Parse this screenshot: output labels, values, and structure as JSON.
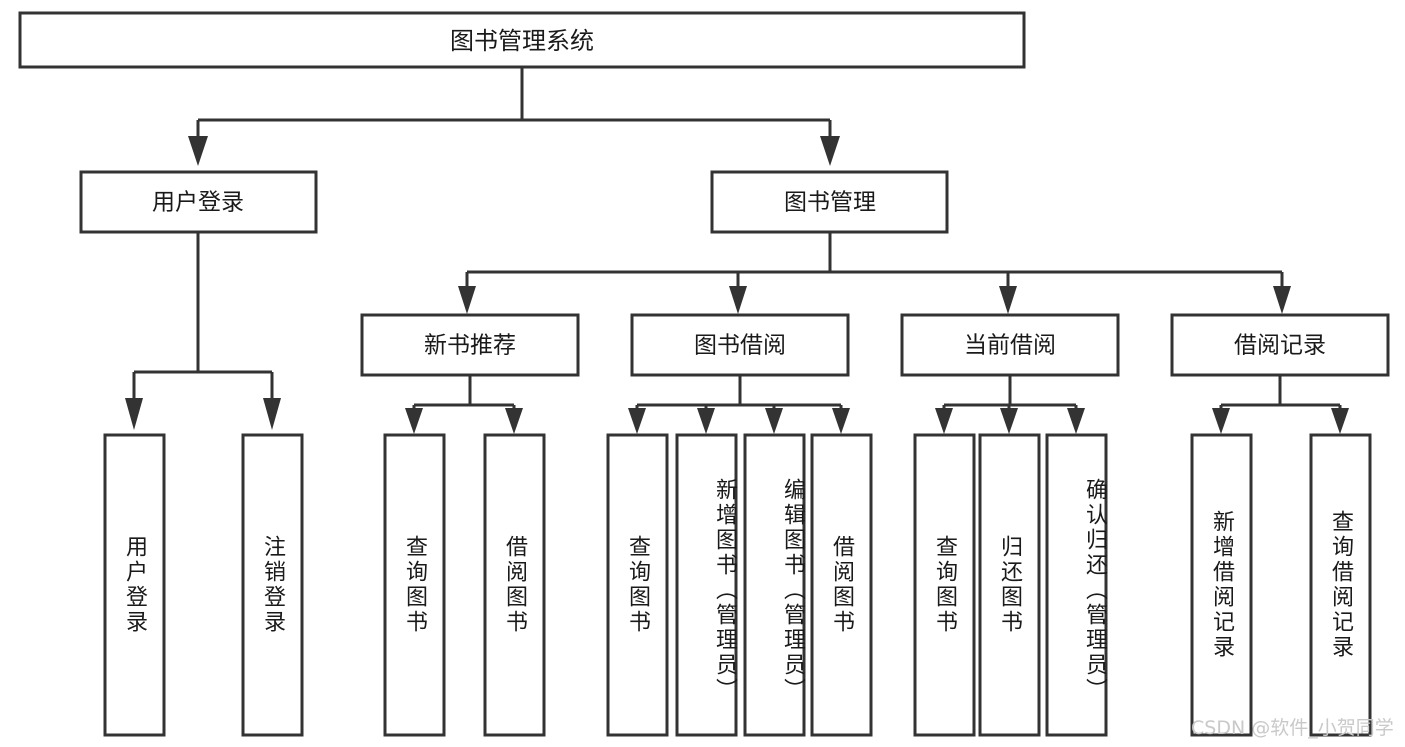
{
  "diagram": {
    "title": "图书管理系统",
    "type": "tree-hierarchy",
    "watermark": "CSDN @软件_小贺同学",
    "colors": {
      "box_stroke": "#333333",
      "box_fill": "#ffffff",
      "connector": "#333333",
      "label_text": "#1a1a1a",
      "watermark_text": "#c9c9c9",
      "background": "#ffffff"
    },
    "levels": {
      "root": {
        "label": "图书管理系统"
      },
      "level2": [
        {
          "id": "user-login",
          "label": "用户登录"
        },
        {
          "id": "book-management",
          "label": "图书管理"
        }
      ],
      "level3": [
        {
          "id": "new-book-recommend",
          "label": "新书推荐",
          "parent": "book-management"
        },
        {
          "id": "book-borrow",
          "label": "图书借阅",
          "parent": "book-management"
        },
        {
          "id": "current-borrow",
          "label": "当前借阅",
          "parent": "book-management"
        },
        {
          "id": "borrow-record",
          "label": "借阅记录",
          "parent": "book-management"
        }
      ],
      "leaves": [
        {
          "id": "leaf-user-login",
          "label": "用户登录",
          "parent": "user-login"
        },
        {
          "id": "leaf-logout-login",
          "label": "注销登录",
          "parent": "user-login"
        },
        {
          "id": "leaf-query-book-1",
          "label": "查询图书",
          "parent": "new-book-recommend"
        },
        {
          "id": "leaf-borrow-book-1",
          "label": "借阅图书",
          "parent": "new-book-recommend"
        },
        {
          "id": "leaf-query-book-2",
          "label": "查询图书",
          "parent": "book-borrow"
        },
        {
          "id": "leaf-add-book",
          "label": "新增图书（管理员）",
          "parent": "book-borrow"
        },
        {
          "id": "leaf-edit-book",
          "label": "编辑图书（管理员）",
          "parent": "book-borrow"
        },
        {
          "id": "leaf-borrow-book-2",
          "label": "借阅图书",
          "parent": "book-borrow"
        },
        {
          "id": "leaf-query-book-3",
          "label": "查询图书",
          "parent": "current-borrow"
        },
        {
          "id": "leaf-return-book",
          "label": "归还图书",
          "parent": "current-borrow"
        },
        {
          "id": "leaf-confirm-return",
          "label": "确认归还（管理员）",
          "parent": "current-borrow"
        },
        {
          "id": "leaf-add-borrow-record",
          "label": "新增借阅记录",
          "parent": "borrow-record"
        },
        {
          "id": "leaf-query-borrow-record",
          "label": "查询借阅记录",
          "parent": "borrow-record"
        }
      ]
    }
  }
}
